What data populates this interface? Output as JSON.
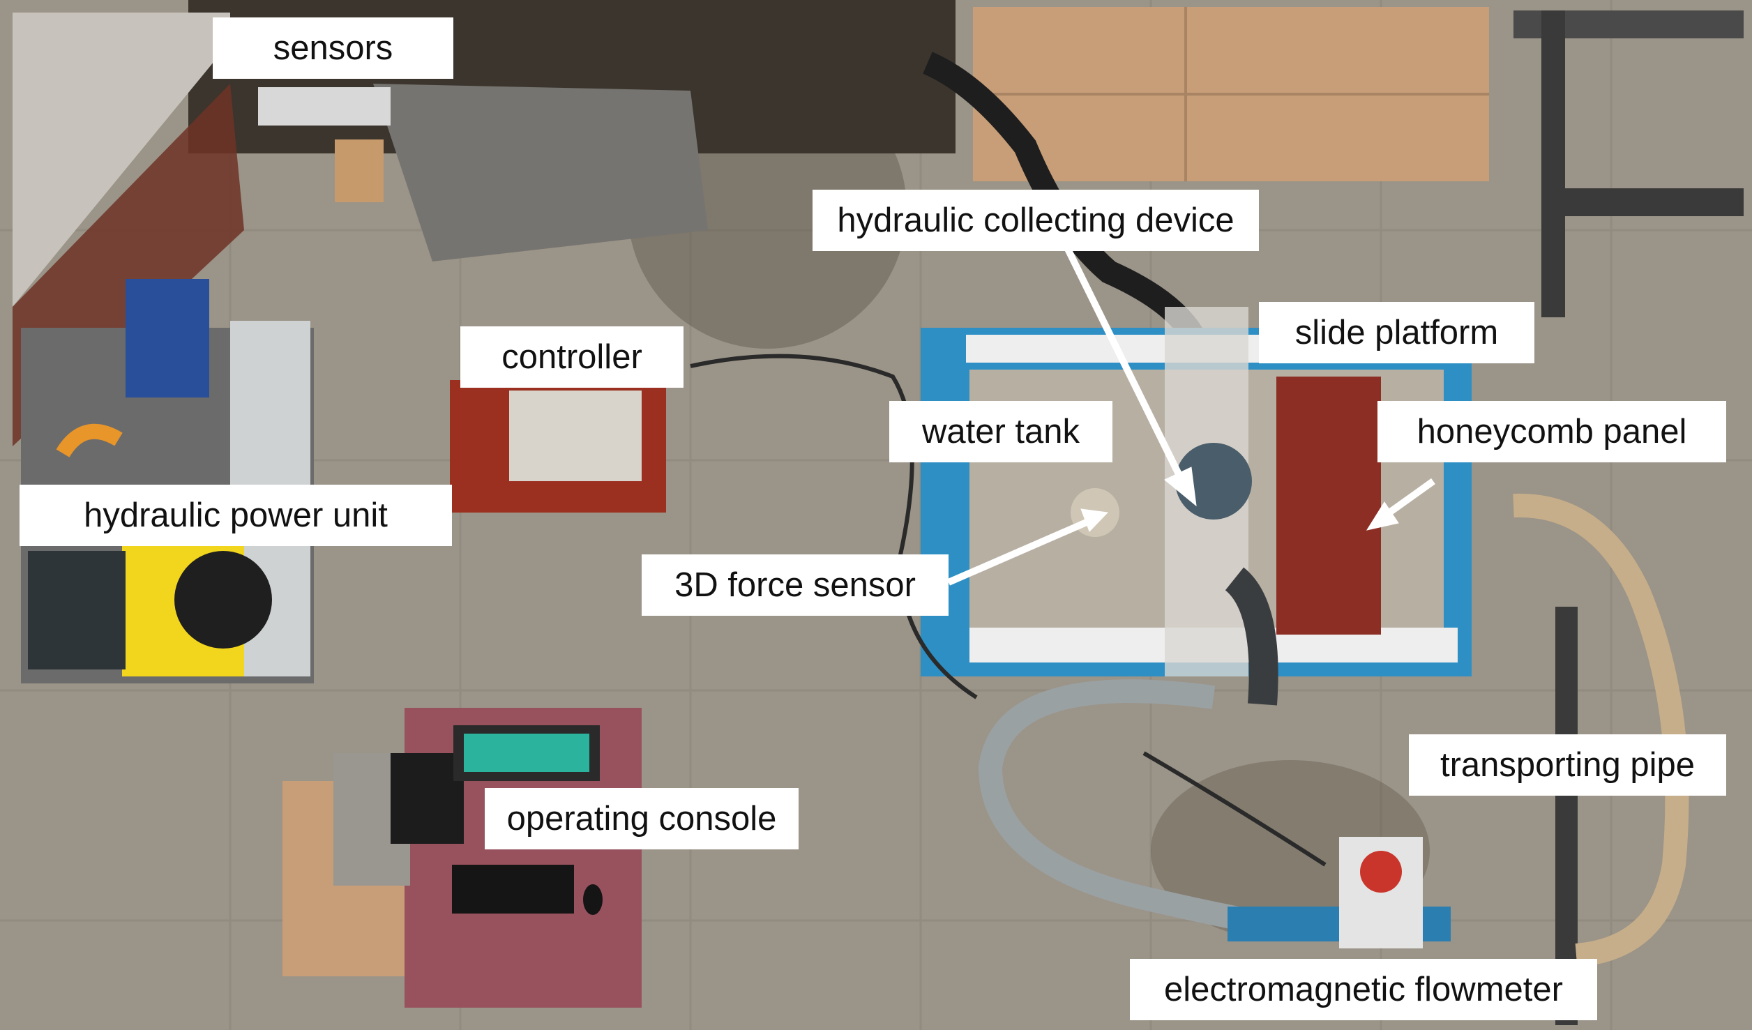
{
  "labels": {
    "sensors": "sensors",
    "controller": "controller",
    "hydraulic_power_unit": "hydraulic power unit",
    "hydraulic_collecting_device": "hydraulic collecting device",
    "slide_platform": "slide platform",
    "water_tank": "water tank",
    "honeycomb_panel": "honeycomb panel",
    "force_sensor_3d": "3D force sensor",
    "transporting_pipe": "transporting pipe",
    "operating_console": "operating console",
    "electromagnetic_flowmeter": "electromagnetic flowmeter"
  },
  "colors": {
    "floor": "#9b9488",
    "tank_frame": "#2e8fc4",
    "tank_panel": "#8c2e24",
    "controller_box": "#9c3020",
    "power_unit_fan": "#f2d61d",
    "cardboard": "#c89e78",
    "label_bg": "#ffffff",
    "arrow": "#ffffff"
  }
}
